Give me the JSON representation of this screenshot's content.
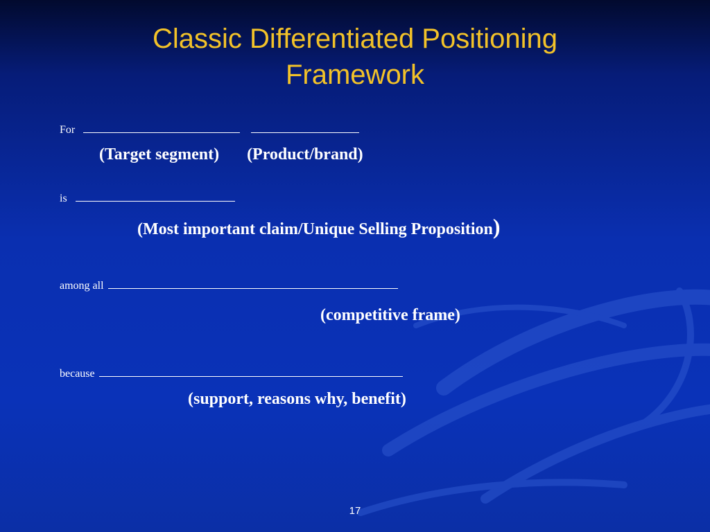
{
  "title": {
    "line1": "Classic Differentiated Positioning",
    "line2": "Framework"
  },
  "rows": {
    "for_label": "For",
    "for_captions": {
      "target_segment": "(Target segment)",
      "product_brand": "(Product/brand)"
    },
    "is_label": "is",
    "is_caption": "(Most important claim/Unique Selling Proposition",
    "is_caption_close": ")",
    "among_label": "among all",
    "among_caption": "(competitive frame)",
    "because_label": "because",
    "because_caption": "(support, reasons why, benefit)"
  },
  "page_number": "17",
  "colors": {
    "title": "#f2c229",
    "background_top": "#020a2e",
    "background_main": "#0a2fb0",
    "text": "#ffffff"
  }
}
